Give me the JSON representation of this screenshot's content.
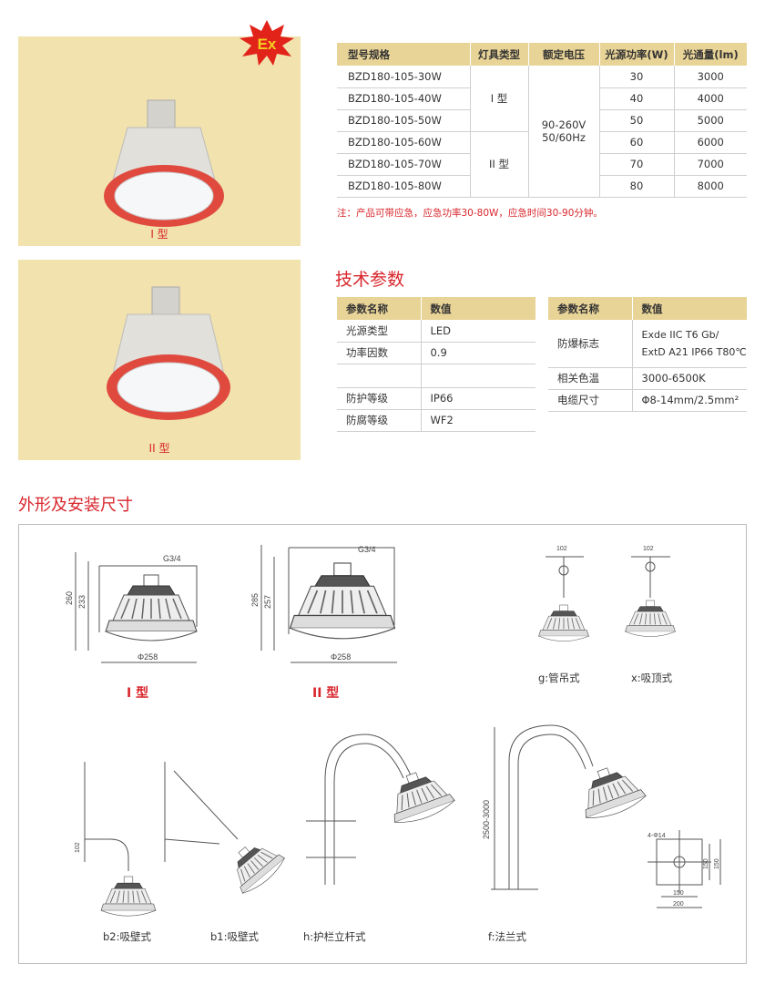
{
  "badge": "Ex",
  "photos": [
    {
      "caption": "I 型"
    },
    {
      "caption": "II 型"
    }
  ],
  "spec_table": {
    "headers": [
      "型号规格",
      "灯具类型",
      "额定电压",
      "光源功率(W)",
      "光通量(lm)"
    ],
    "rows": [
      {
        "model": "BZD180-105-30W",
        "power": "30",
        "flux": "3000"
      },
      {
        "model": "BZD180-105-40W",
        "power": "40",
        "flux": "4000"
      },
      {
        "model": "BZD180-105-50W",
        "power": "50",
        "flux": "5000"
      },
      {
        "model": "BZD180-105-60W",
        "power": "60",
        "flux": "6000"
      },
      {
        "model": "BZD180-105-70W",
        "power": "70",
        "flux": "7000"
      },
      {
        "model": "BZD180-105-80W",
        "power": "80",
        "flux": "8000"
      }
    ],
    "type1": "I 型",
    "type2": "II 型",
    "voltage_line1": "90-260V",
    "voltage_line2": "50/60Hz",
    "note": "注：产品可带应急，应急功率30-80W，应急时间30-90分钟。"
  },
  "tech_title": "技术参数",
  "tech_left": {
    "headers": [
      "参数名称",
      "数值"
    ],
    "rows": [
      [
        "光源类型",
        "LED"
      ],
      [
        "功率因数",
        "0.9"
      ],
      [
        "",
        ""
      ],
      [
        "防护等级",
        "IP66"
      ],
      [
        "防腐等级",
        "WF2"
      ]
    ]
  },
  "tech_right": {
    "headers": [
      "参数名称",
      "数值"
    ],
    "rows": [
      [
        "防爆标志",
        "Exde IIC T6 Gb/",
        "ExtD A21 IP66 T80℃"
      ],
      [
        "相关色温",
        "3000-6500K"
      ],
      [
        "电缆尺寸",
        "Φ8-14mm/2.5mm²"
      ]
    ]
  },
  "dims_title": "外形及安装尺寸",
  "dims": {
    "t1": {
      "h1": "260",
      "h2": "233",
      "thread": "G3/4",
      "dia": "Φ258",
      "label": "I 型"
    },
    "t2": {
      "h1": "285",
      "h2": "257",
      "thread": "G3/4",
      "dia": "Φ258",
      "label": "II 型"
    },
    "g": {
      "dim": "102",
      "label": "g:管吊式"
    },
    "x": {
      "dim": "102",
      "label": "x:吸顶式"
    },
    "b2": {
      "dim": "102",
      "label": "b2:吸壁式"
    },
    "b1": {
      "label": "b1:吸壁式"
    },
    "h": {
      "label": "h:护栏立杆式"
    },
    "f": {
      "height": "2500-3000",
      "holes": "4-Φ14",
      "inner": "150",
      "outer": "200",
      "label": "f:法兰式"
    }
  },
  "colors": {
    "accent": "#d8262c",
    "header": "#e9d497",
    "photo_bg": "#f1e2ae"
  }
}
